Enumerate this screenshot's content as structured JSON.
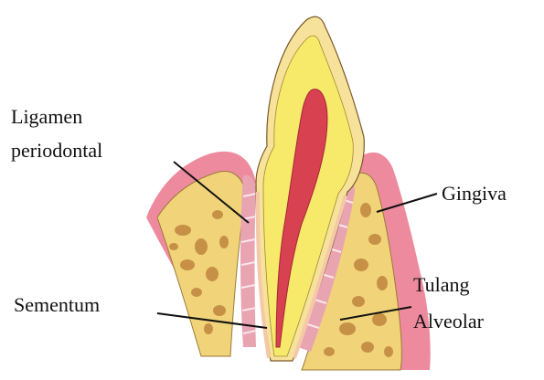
{
  "labels": {
    "ligamen_line1": "Ligamen",
    "ligamen_line2": "periodontal",
    "gingiva": "Gingiva",
    "sementum": "Sementum",
    "tulang_line1": "Tulang",
    "tulang_line2": "Alveolar"
  },
  "colors": {
    "enamel": "#f6e29a",
    "dentin": "#f7ea6a",
    "pulp": "#d8414f",
    "gingiva": "#ee8a9d",
    "bone": "#f1d37a",
    "bone_spots": "#b87c37",
    "ligament": "#e9a4b2",
    "cementum": "#f4c8a8",
    "outline": "#7a5a2a",
    "leader": "#111111"
  }
}
